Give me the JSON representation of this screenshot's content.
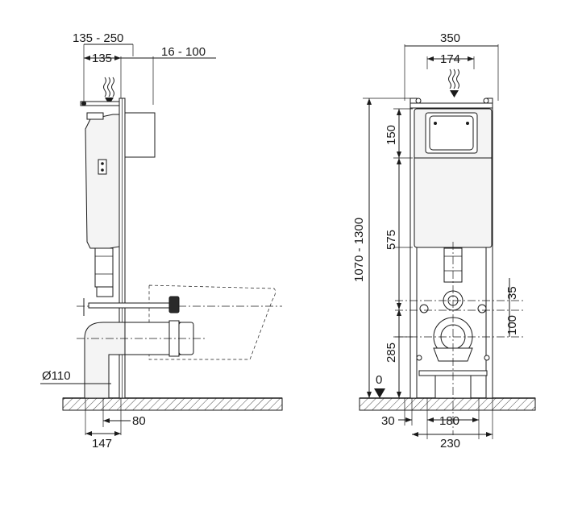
{
  "side_view": {
    "dims": {
      "frame_depth": "135 - 250",
      "depth_135": "135",
      "wall_offset": "16 - 100",
      "drain_diameter": "Ø110",
      "dim_80": "80",
      "dim_147": "147"
    }
  },
  "front_view": {
    "dims": {
      "width_350": "350",
      "flush_174": "174",
      "height_range": "1070 - 1300",
      "dim_150": "150",
      "dim_575": "575",
      "dim_35": "35",
      "dim_100": "100",
      "dim_285": "285",
      "floor_zero": "0",
      "dim_30": "30",
      "dim_180": "180",
      "dim_230": "230"
    }
  }
}
